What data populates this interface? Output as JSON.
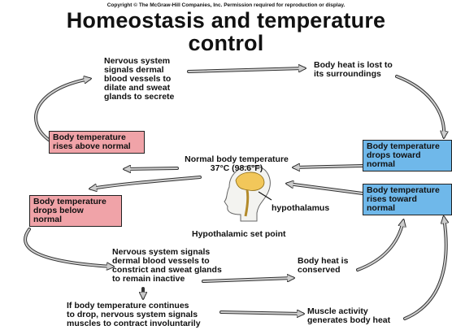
{
  "header": {
    "copyright": "Copyright © The McGraw-Hill Companies, Inc. Permission required for reproduction or display.",
    "title_line1": "Homeostasis and temperature",
    "title_line2": "control"
  },
  "nodes": {
    "nervous_dilate": "Nervous system\nsignals dermal\nblood vessels to\ndilate and sweat\nglands to secrete",
    "heat_lost": "Body heat is lost to\nits surroundings",
    "rises_above": "Body temperature\nrises above normal",
    "drops_toward": "Body temperature\ndrops toward\nnormal",
    "normal_temp": "Normal body temperature\n37°C (98.6°F)",
    "drops_below": "Body temperature\ndrops below\nnormal",
    "rises_toward": "Body temperature\nrises toward\nnormal",
    "hypothalamus": "hypothalamus",
    "set_point": "Hypothalamic set point",
    "nervous_constrict": "Nervous system signals\ndermal blood vessels to\nconstrict and sweat glands\nto remain inactive",
    "heat_conserved": "Body heat is\nconserved",
    "continues_drop": "If body temperature continues\nto drop, nervous system signals\nmuscles to contract involuntarily",
    "muscle_activity": "Muscle activity\ngenerates body heat"
  },
  "colors": {
    "red_box": "#f0a3a8",
    "blue_box": "#6fb8ea",
    "arrow_fill": "#c8c8c8",
    "arrow_stroke": "#333333"
  }
}
